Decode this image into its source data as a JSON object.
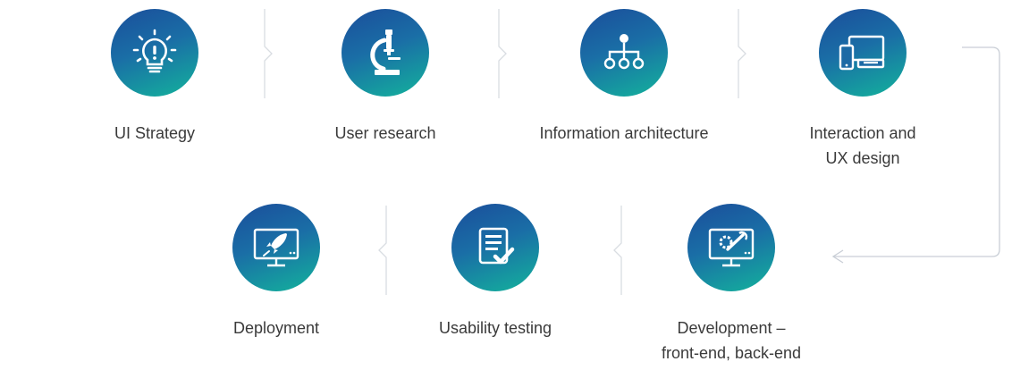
{
  "colors": {
    "gradient_top": "#1b4e9b",
    "gradient_bottom": "#13b39c",
    "separator": "#d9dde2",
    "label_text": "#3a3a3a"
  },
  "steps": [
    {
      "label_line1": "UI Strategy",
      "label_line2": "",
      "icon": "lightbulb-icon"
    },
    {
      "label_line1": "User research",
      "label_line2": "",
      "icon": "microscope-icon"
    },
    {
      "label_line1": "Information architecture",
      "label_line2": "",
      "icon": "hierarchy-icon"
    },
    {
      "label_line1": "Interaction and",
      "label_line2": "UX design",
      "icon": "devices-icon"
    },
    {
      "label_line1": "Development –",
      "label_line2": "front-end, back-end",
      "icon": "monitor-tools-icon"
    },
    {
      "label_line1": "Usability testing",
      "label_line2": "",
      "icon": "checklist-icon"
    },
    {
      "label_line1": "Deployment",
      "label_line2": "",
      "icon": "monitor-rocket-icon"
    }
  ]
}
